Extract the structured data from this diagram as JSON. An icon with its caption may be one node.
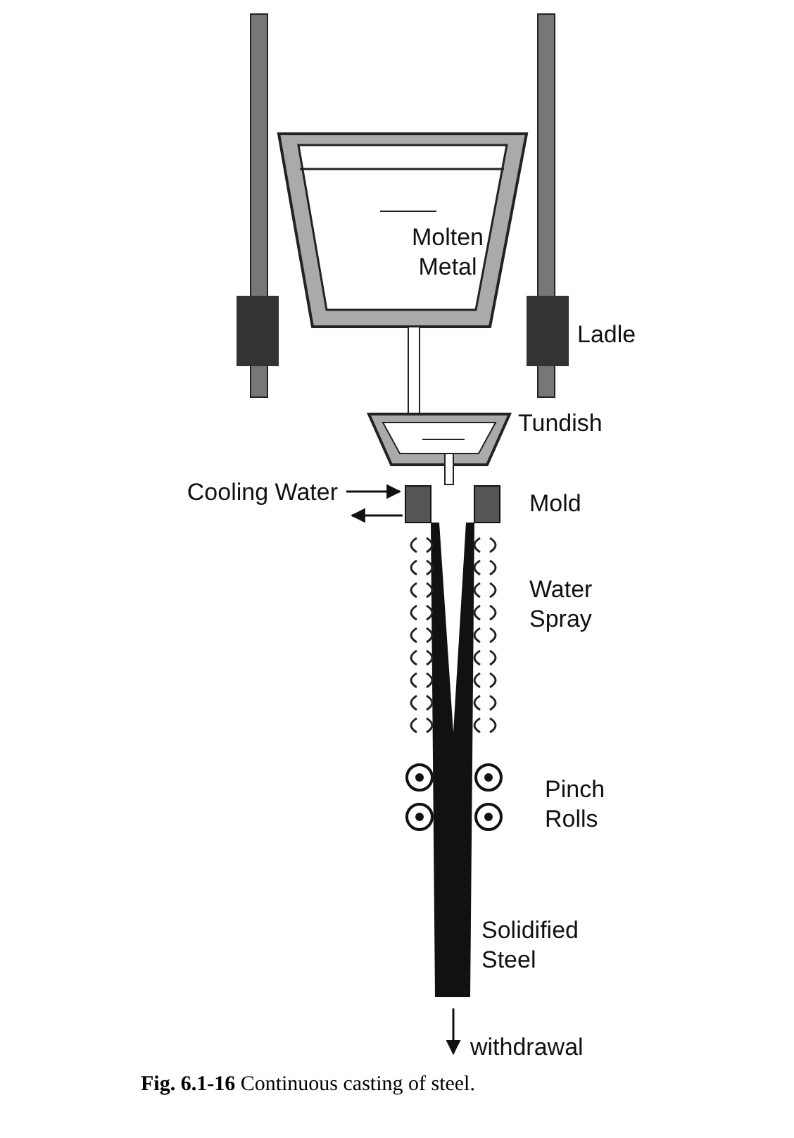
{
  "diagram": {
    "caption": "**Fig. 6.1-16** Continuous casting of steel.",
    "nodes": [
      {
        "text": [
          "Molten Metal"
        ]
      }
    ],
    "labels": [
      "Ladle",
      "Tundish",
      "Cooling Water",
      "Mold",
      "Water Spray",
      "Pinch Rolls",
      "Solidified Steel",
      "withdrawal"
    ]
  }
}
